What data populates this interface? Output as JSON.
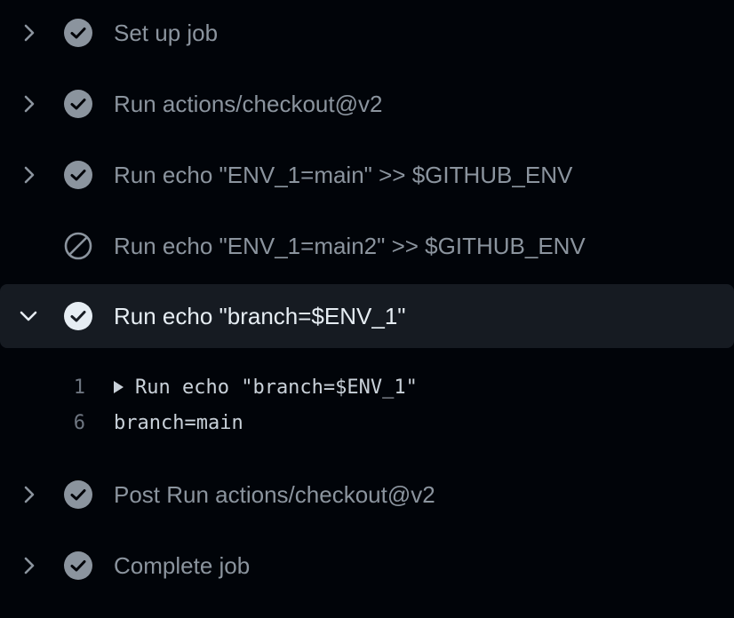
{
  "steps": [
    {
      "label": "Set up job",
      "status": "success",
      "expanded": false
    },
    {
      "label": "Run actions/checkout@v2",
      "status": "success",
      "expanded": false
    },
    {
      "label": "Run echo \"ENV_1=main\" >> $GITHUB_ENV",
      "status": "success",
      "expanded": false
    },
    {
      "label": "Run echo \"ENV_1=main2\" >> $GITHUB_ENV",
      "status": "skipped",
      "expanded": false
    },
    {
      "label": "Run echo \"branch=$ENV_1\"",
      "status": "success",
      "expanded": true
    },
    {
      "label": "Post Run actions/checkout@v2",
      "status": "success",
      "expanded": false
    },
    {
      "label": "Complete job",
      "status": "success",
      "expanded": false
    }
  ],
  "log": [
    {
      "line": "1",
      "text": "Run echo \"branch=$ENV_1\"",
      "collapsible": true
    },
    {
      "line": "6",
      "text": "branch=main",
      "collapsible": false
    }
  ],
  "colors": {
    "background": "#010409",
    "active_row": "#161b22",
    "success_icon": "#8b949e",
    "active_icon": "#e6edf3",
    "text_muted": "#8b949e",
    "text_active": "#e6edf3"
  }
}
